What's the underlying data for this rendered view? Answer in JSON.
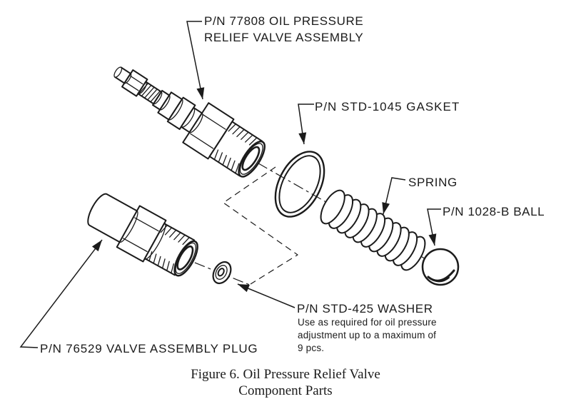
{
  "diagram": {
    "colors": {
      "ink": "#1b1b1b",
      "paper": "#ffffff"
    },
    "labels": {
      "valve_assembly_line1": "P/N 77808 OIL PRESSURE",
      "valve_assembly_line2": "RELIEF VALVE ASSEMBLY",
      "gasket": "P/N STD-1045 GASKET",
      "spring": "SPRING",
      "ball": "P/N 1028-B BALL",
      "washer": "P/N STD-425 WASHER",
      "washer_note_line1": "Use as required for oil pressure",
      "washer_note_line2": "adjustment up to a maximum of",
      "washer_note_line3": "9 pcs.",
      "plug": "P/N 76529 VALVE ASSEMBLY PLUG"
    },
    "caption": {
      "line1": "Figure 6. Oil Pressure Relief Valve",
      "line2": "Component Parts"
    },
    "parts": [
      {
        "name": "oil pressure relief valve assembly",
        "part_number": "77808"
      },
      {
        "name": "gasket",
        "part_number": "STD-1045"
      },
      {
        "name": "spring",
        "part_number": ""
      },
      {
        "name": "ball",
        "part_number": "1028-B"
      },
      {
        "name": "washer",
        "part_number": "STD-425",
        "note": "Use as required for oil pressure adjustment up to a maximum of 9 pcs."
      },
      {
        "name": "valve assembly plug",
        "part_number": "76529"
      }
    ]
  }
}
